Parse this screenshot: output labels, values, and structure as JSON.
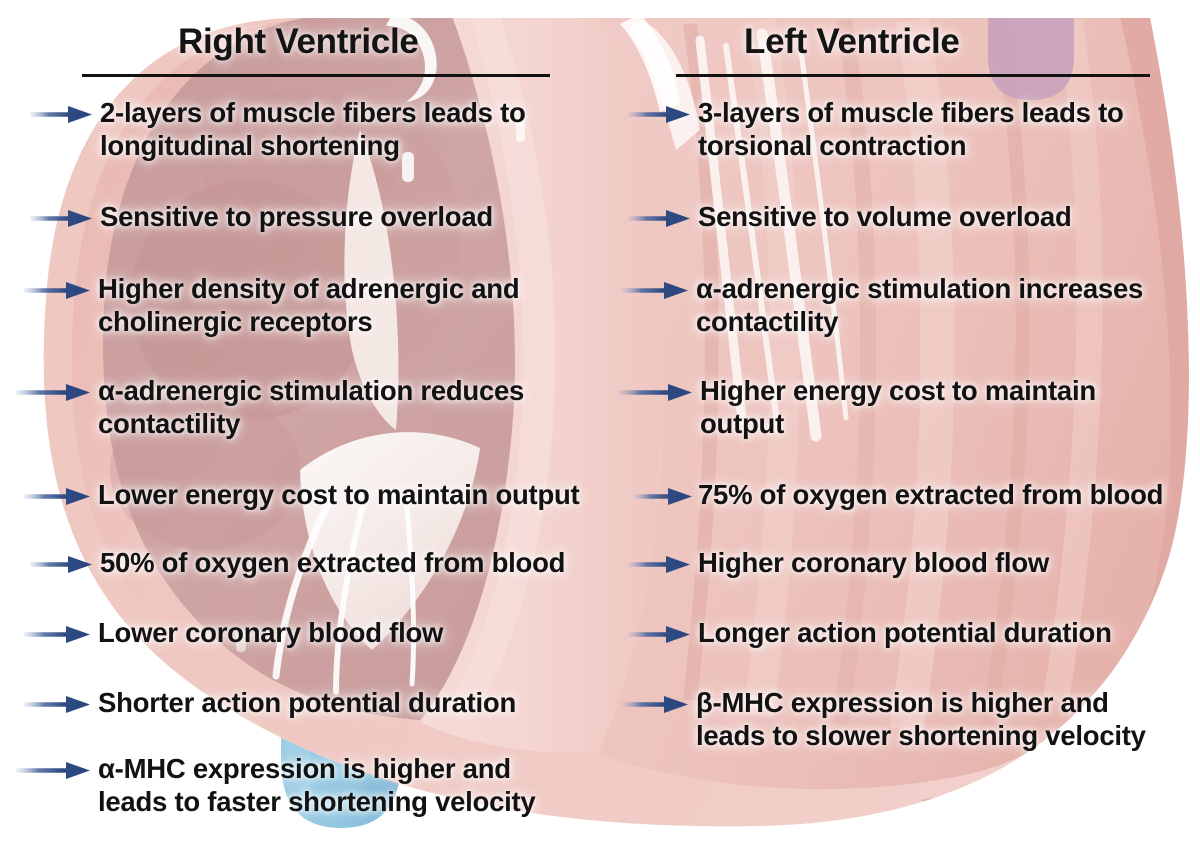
{
  "figure": {
    "kind": "comparative-anatomy-diagram",
    "subject": "heart-cross-section",
    "colors": {
      "arrow": "#2e4a82",
      "arrow_fade": "#8fa6cc",
      "text": "#121212",
      "rule": "#121212",
      "background": "#ffffff",
      "rv_chamber_wall": "#cfa4a4",
      "rv_chamber_wall_dark": "#c0908f",
      "outer_epicardium": "#eec3bd",
      "outer_rim": "#e2a9a4",
      "septum": "#f2d2cd",
      "lv_wall": "#edc4bf",
      "lv_wall_light": "#f6ded9",
      "valve_white": "#f7efec",
      "chordae_white": "#ffffff",
      "vessel_blue": "#8ec5e0",
      "vessel_blue_dark": "#7db7d6",
      "vessel_purple": "#c9a3bd",
      "trabecula_shadow": "#c49a98"
    }
  },
  "columns": [
    {
      "id": "right-ventricle",
      "heading": "Right Ventricle",
      "bullets": [
        {
          "lines": [
            "2-layers of muscle fibers leads to",
            "longitudinal shortening"
          ]
        },
        {
          "lines": [
            "Sensitive to pressure overload"
          ]
        },
        {
          "lines": [
            "Higher density of adrenergic and",
            "cholinergic receptors"
          ]
        },
        {
          "lines": [
            "α-adrenergic stimulation reduces",
            "contactility"
          ]
        },
        {
          "lines": [
            "Lower energy cost to maintain output"
          ]
        },
        {
          "lines": [
            "50% of oxygen extracted from blood"
          ]
        },
        {
          "lines": [
            "Lower coronary blood flow"
          ]
        },
        {
          "lines": [
            "Shorter action potential duration"
          ]
        },
        {
          "lines": [
            "α-MHC expression is higher and",
            "leads to faster shortening velocity"
          ]
        }
      ]
    },
    {
      "id": "left-ventricle",
      "heading": "Left Ventricle",
      "bullets": [
        {
          "lines": [
            "3-layers of muscle fibers leads to",
            "torsional contraction"
          ]
        },
        {
          "lines": [
            "Sensitive to volume overload"
          ]
        },
        {
          "lines": [
            "α-adrenergic stimulation increases",
            "contactility"
          ]
        },
        {
          "lines": [
            "Higher energy cost to maintain",
            "output"
          ]
        },
        {
          "lines": [
            "75% of oxygen extracted from blood"
          ]
        },
        {
          "lines": [
            "Higher coronary blood flow"
          ]
        },
        {
          "lines": [
            "Longer action potential duration"
          ]
        },
        {
          "lines": [
            "β-MHC expression is higher and",
            "leads to slower shortening velocity"
          ]
        }
      ]
    }
  ]
}
